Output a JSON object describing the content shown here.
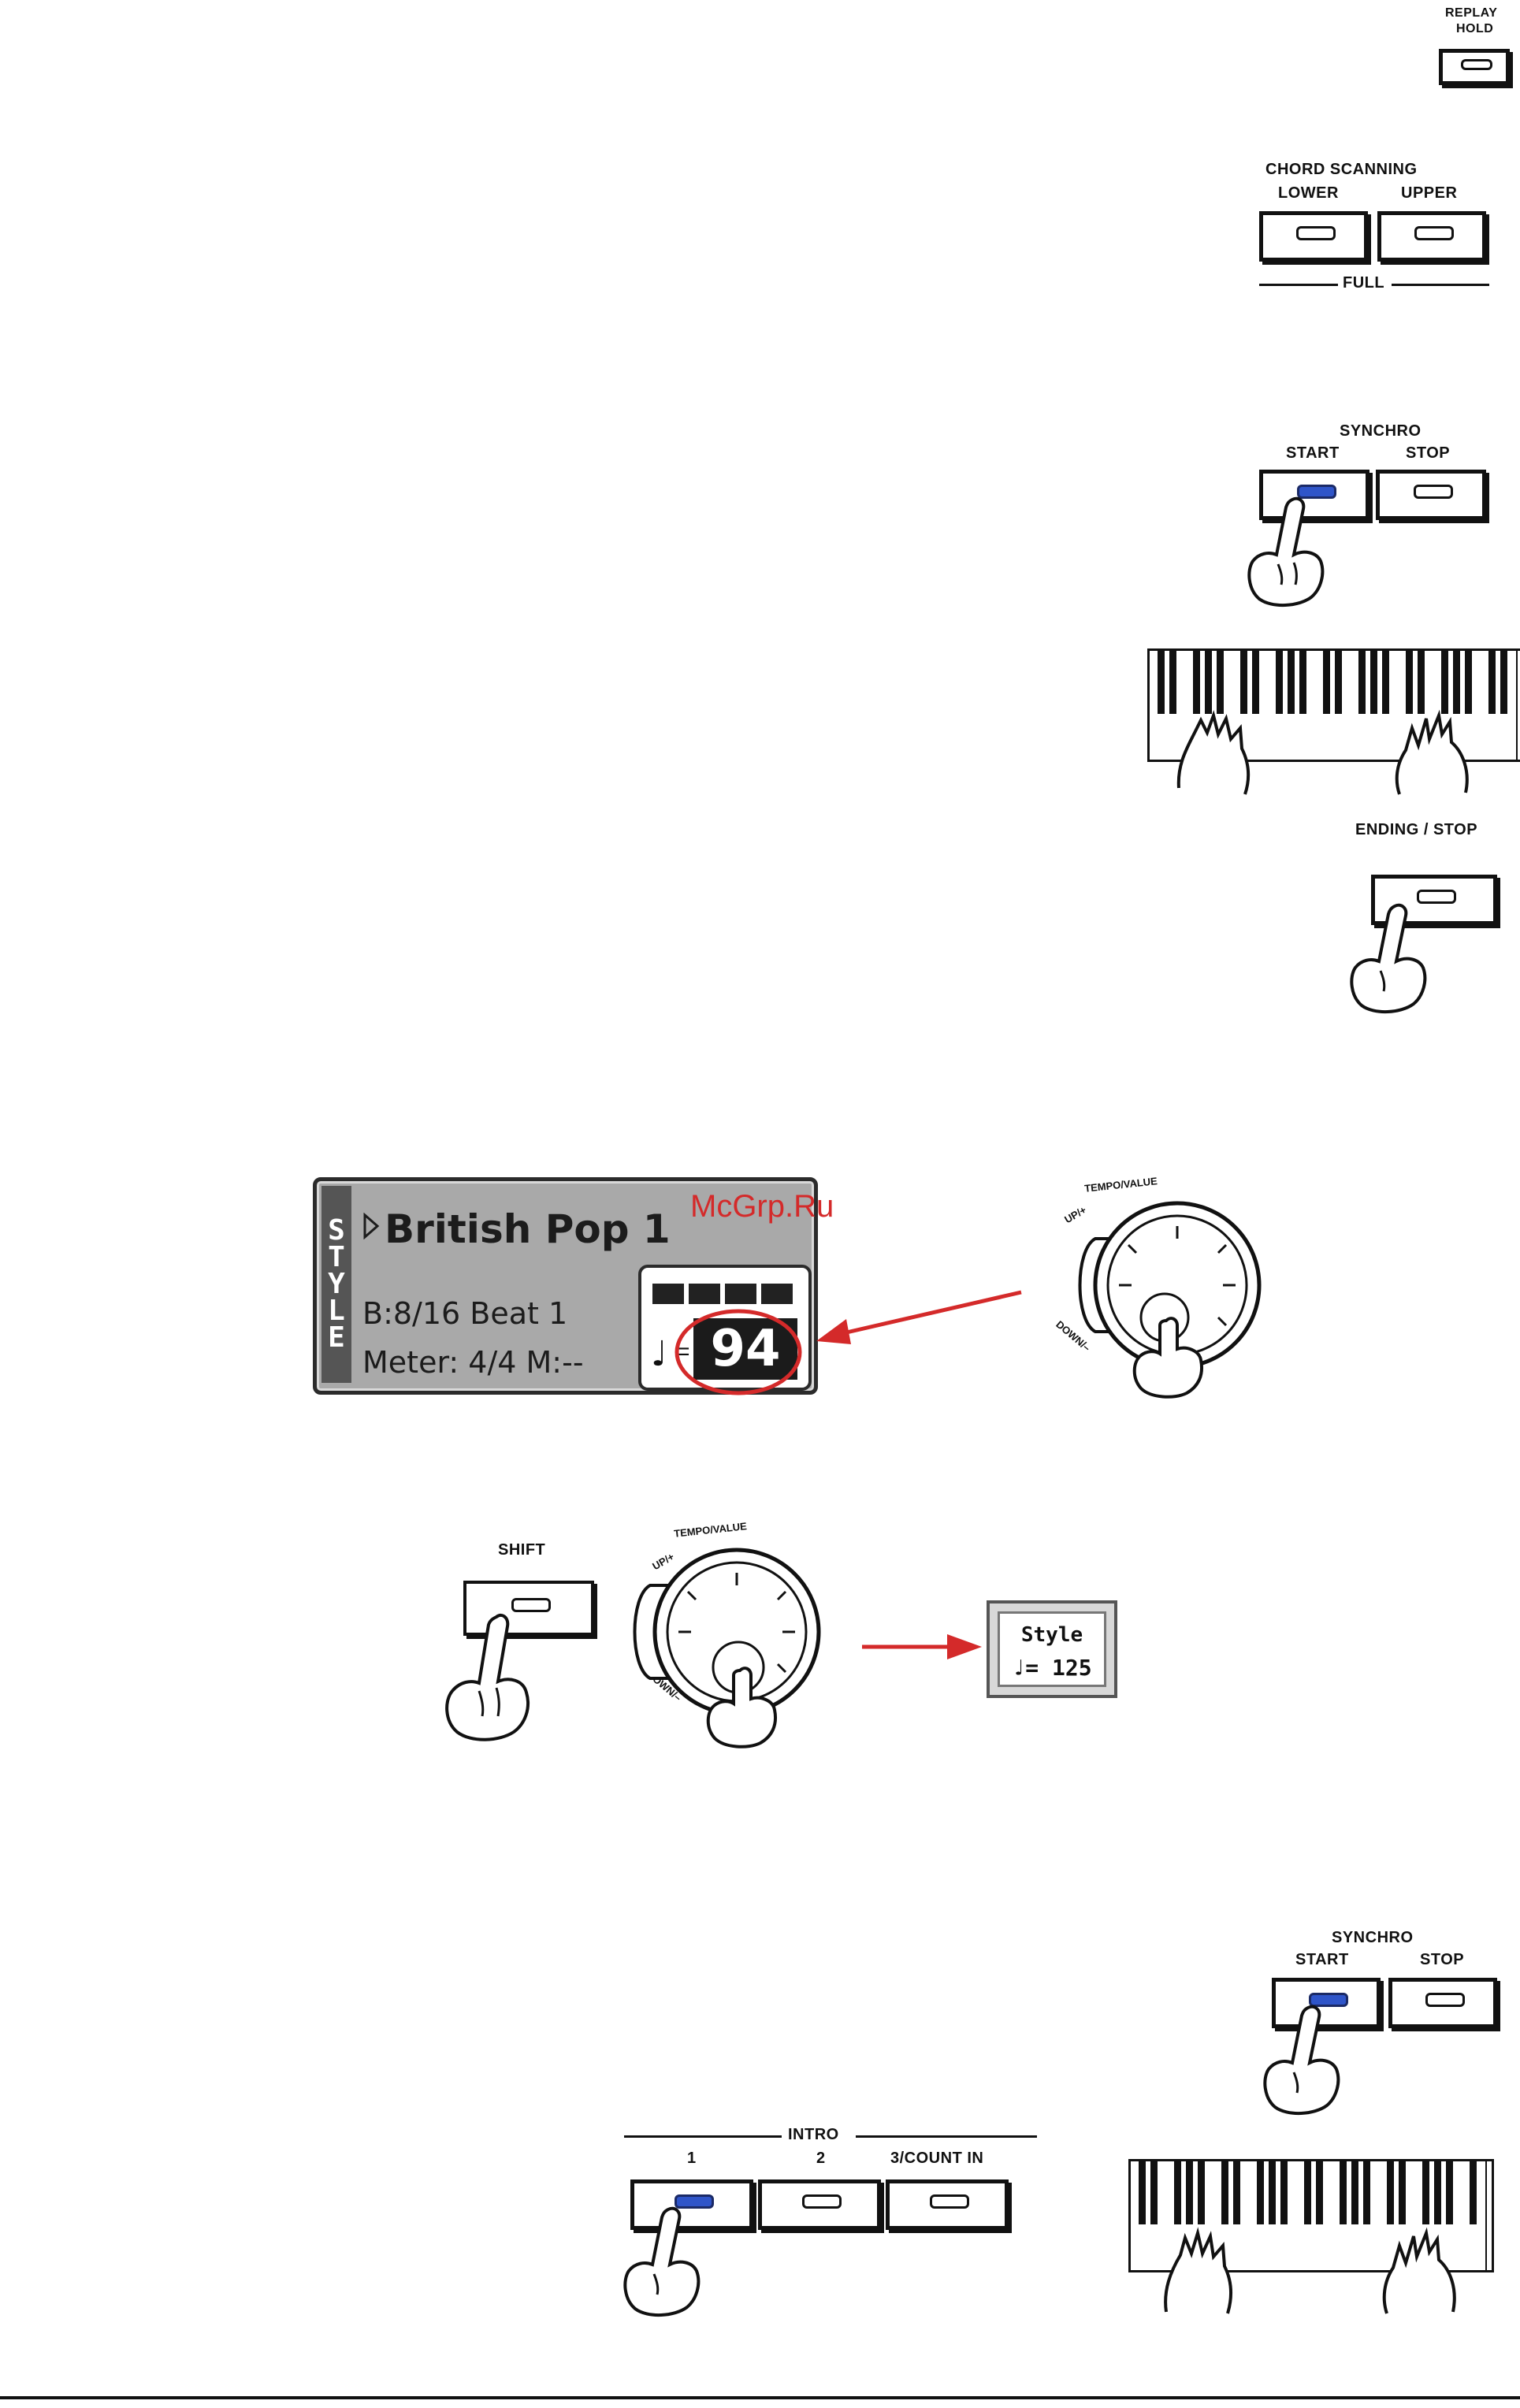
{
  "panels": {
    "replay_hold": {
      "label_line1": "REPLAY",
      "label_line2": "HOLD"
    },
    "chord_scanning": {
      "group_label": "CHORD SCANNING",
      "lower_label": "LOWER",
      "upper_label": "UPPER",
      "full_label": "FULL"
    },
    "synchro_top": {
      "group_label": "SYNCHRO",
      "start_label": "START",
      "stop_label": "STOP"
    },
    "ending_stop": {
      "label": "ENDING / STOP"
    },
    "synchro_bottom": {
      "group_label": "SYNCHRO",
      "start_label": "START",
      "stop_label": "STOP"
    },
    "intro": {
      "group_label": "INTRO",
      "btn1_label": "1",
      "btn2_label": "2",
      "btn3_label": "3/COUNT IN"
    },
    "shift": {
      "label": "SHIFT"
    }
  },
  "lcd": {
    "side_letters": [
      "S",
      "T",
      "Y",
      "L",
      "E"
    ],
    "style_name": "British Pop 1",
    "beat": "B:8/16 Beat 1",
    "meter": "Meter:  4/4   M:--",
    "tempo_value": "94",
    "tempo_note": "♩",
    "tempo_eq": "="
  },
  "dial": {
    "top_label": "TEMPO/VALUE",
    "up_label": "UP/+",
    "down_label": "DOWN/–"
  },
  "popup": {
    "title": "Style",
    "tempo": "♩= 125"
  },
  "watermark": "McGrp.Ru",
  "colors": {
    "accent_red": "#d42a2a",
    "led_blue": "#2f55c9",
    "lcd_gray": "#a9a9a9"
  }
}
